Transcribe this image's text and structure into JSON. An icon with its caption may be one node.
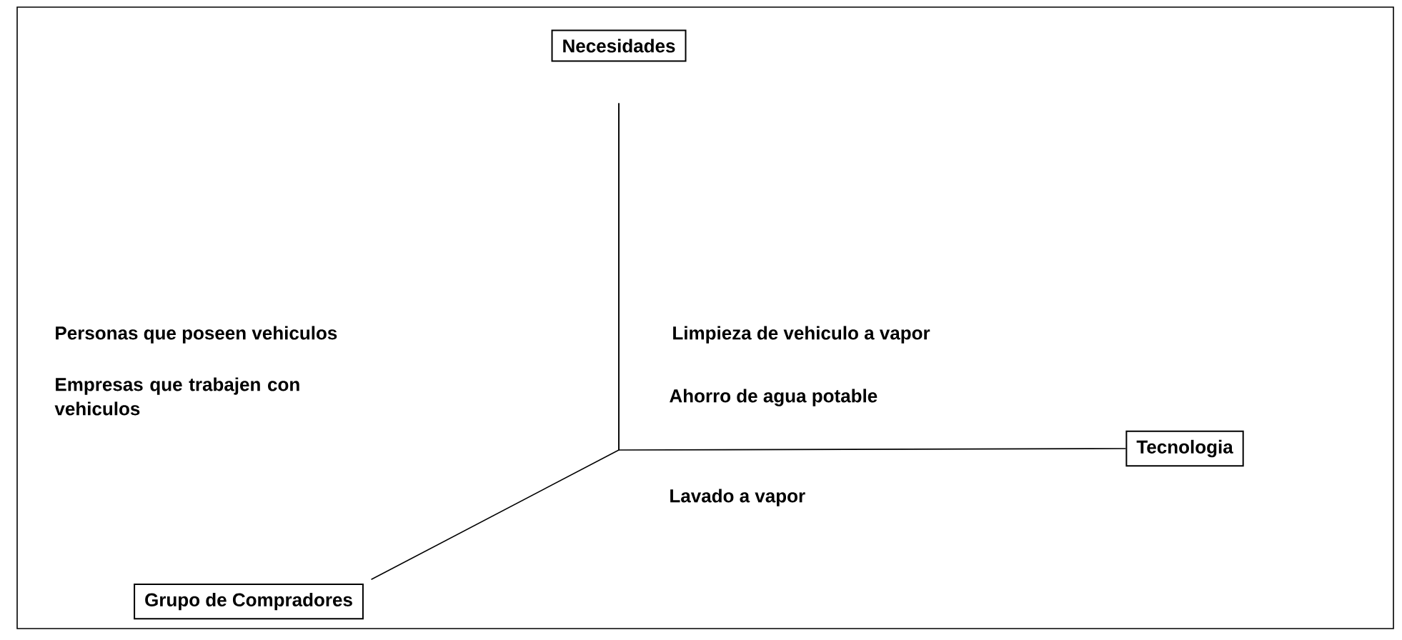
{
  "diagram": {
    "nodes": [
      {
        "text": [
          "Necesidades"
        ]
      },
      {
        "text": [
          "Tecnologia"
        ]
      },
      {
        "text": [
          "Grupo de Compradores"
        ]
      }
    ],
    "edges": [
      {
        "from": 0,
        "to": 1,
        "arrow": "none"
      },
      {
        "from": 0,
        "to": 2,
        "arrow": "none"
      }
    ],
    "labels": [
      "Personas que poseen vehiculos",
      "Empresas que trabajen con vehiculos",
      "Limpieza de vehiculo a vapor",
      "Ahorro de agua potable",
      "Lavado a vapor"
    ]
  }
}
